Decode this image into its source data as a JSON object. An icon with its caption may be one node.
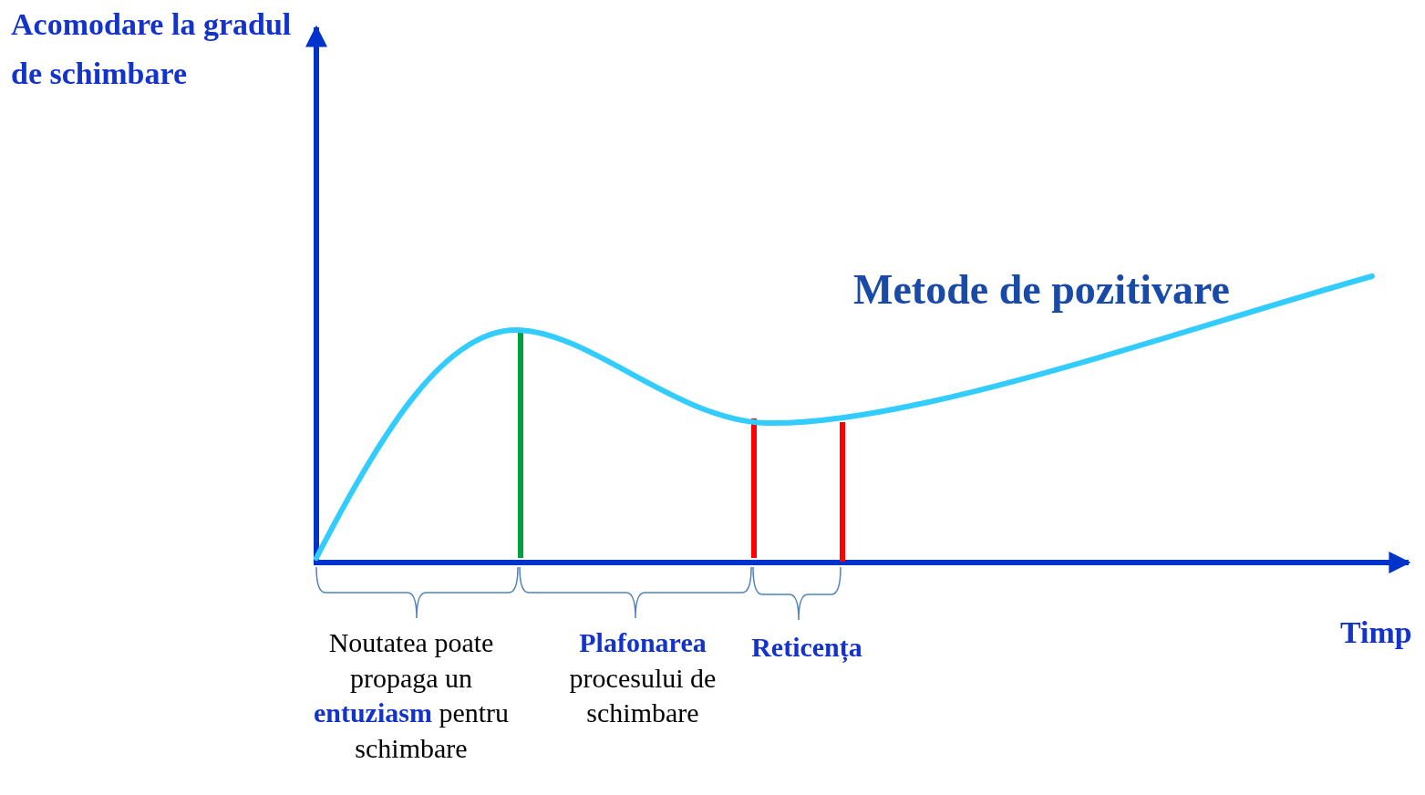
{
  "diagram": {
    "labels": [
      "Acomodare la gradul de schimbare",
      "Metode de pozitivare",
      "Timp",
      "Noutatea poate propaga un **entuziasm** pentru schimbare",
      "**Plafonarea** procesului de schimbare",
      "Reticența"
    ]
  }
}
